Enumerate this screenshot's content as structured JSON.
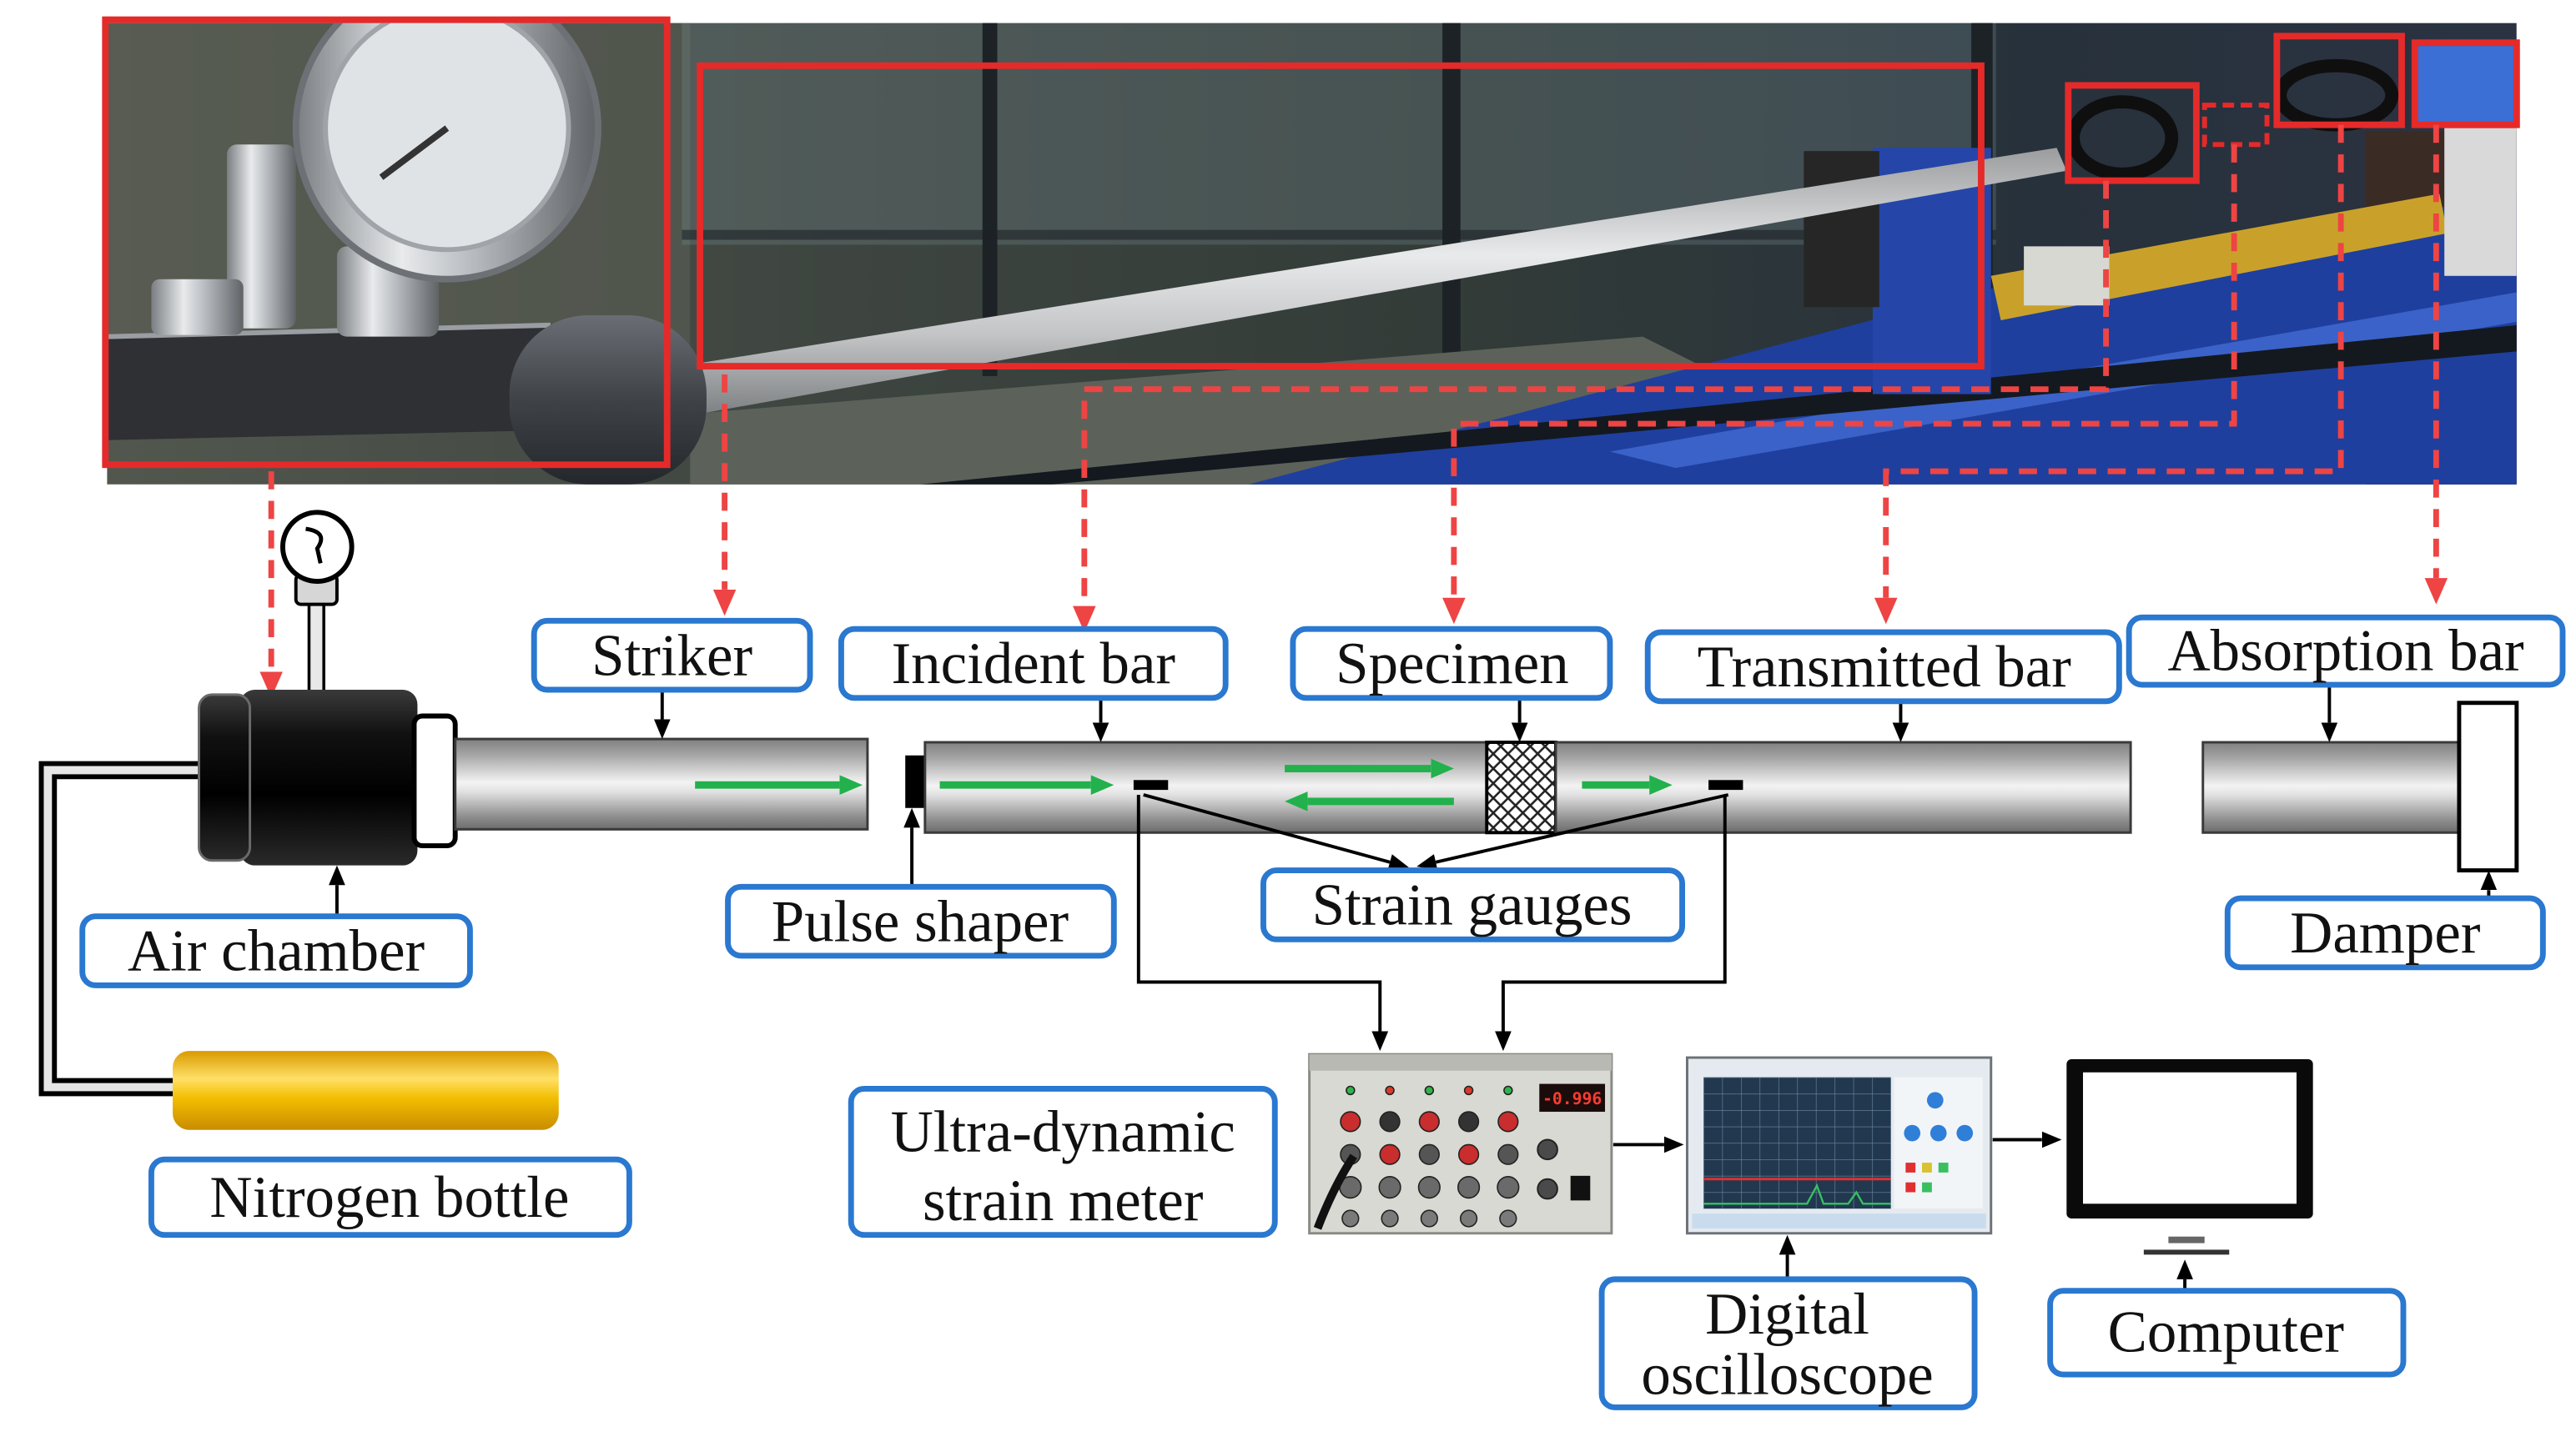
{
  "labels": {
    "striker": "Striker",
    "incident_bar": "Incident bar",
    "specimen": "Specimen",
    "transmitted_bar": "Transmitted bar",
    "absorption_bar": "Absorption bar",
    "air_chamber": "Air chamber",
    "pulse_shaper": "Pulse shaper",
    "strain_gauges": "Strain gauges",
    "damper": "Damper",
    "nitrogen_bottle": "Nitrogen bottle",
    "strain_meter": [
      "Ultra-dynamic",
      "strain meter"
    ],
    "oscilloscope": [
      "Digital",
      "oscilloscope"
    ],
    "computer": "Computer"
  },
  "strain_meter_display": "-0.996",
  "colors": {
    "label_border": "#2A78D0",
    "highlight_red": "#E52A2A",
    "callout_red": "#EE4444",
    "stress_wave_green": "#22B14C",
    "nitrogen_bottle_gold": "#F2BE00"
  }
}
